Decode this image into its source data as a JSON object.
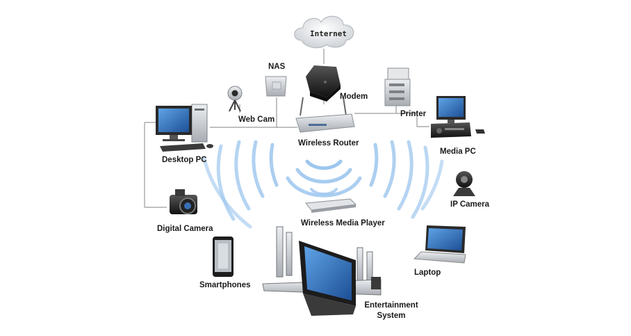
{
  "labels": {
    "internet": "Internet",
    "nas": "NAS",
    "modem": "Modem",
    "printer": "Printer",
    "web_cam": "Web Cam",
    "wireless_router": "Wireless Router",
    "desktop_pc": "Desktop PC",
    "media_pc": "Media PC",
    "ip_camera": "IP Camera",
    "digital_camera": "Digital Camera",
    "wireless_media_player": "Wireless Media Player",
    "smartphones": "Smartphones",
    "laptop": "Laptop",
    "entertainment_system": "Entertainment\nSystem"
  },
  "colors": {
    "wave": "#9cc6ee",
    "line": "#9a9a9a",
    "screen": "#2f6cb8",
    "device_dark": "#2a2a2a",
    "device_silver": "#c9ccd1"
  }
}
